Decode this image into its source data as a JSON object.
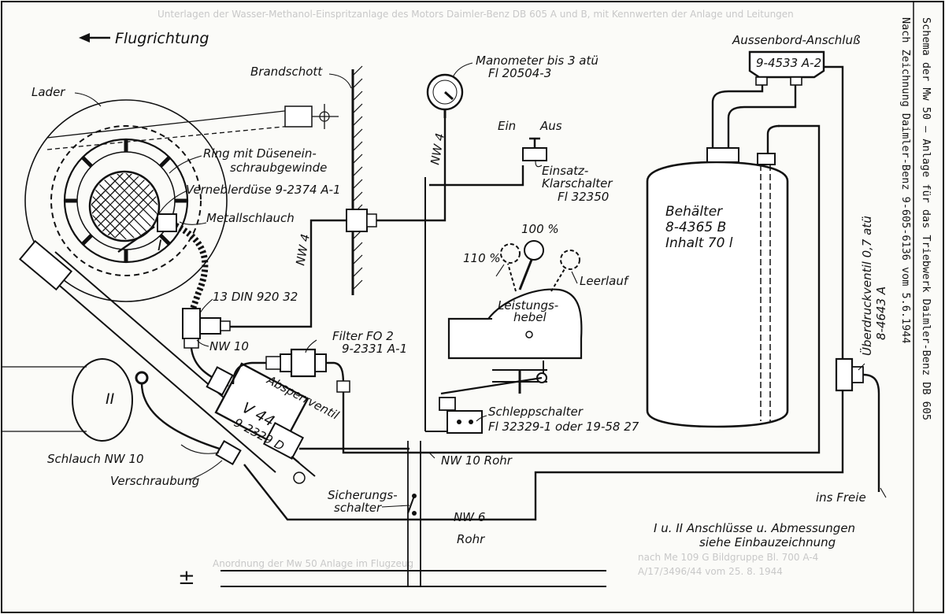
{
  "header": {
    "ghost_heading": "Unterlagen der Wasser-Methanol-Einspritzanlage des Motors Daimler-Benz DB 605 A und B, mit Kennwerten der Anlage und Leitungen",
    "direction_label": "Flugrichtung"
  },
  "side_notes": {
    "line1": "Schema der Mw 50 – Anlage für das Triebwerk Daimler-Benz DB 605",
    "line2": "Nach Zeichnung Daimler-Benz 9-605-6136 vom 5.6.1944"
  },
  "labels": {
    "lader": "Lader",
    "brandschott": "Brandschott",
    "manometer": "Manometer bis 3 atü",
    "manometer_part": "Fl 20504-3",
    "ein": "Ein",
    "aus": "Aus",
    "einsatz1": "Einsatz-",
    "einsatz2": "Klarschalter",
    "einsatz_part": "Fl 32350",
    "aussenbord": "Aussenbord-Anschluß",
    "aussenbord_part": "9-4533 A-2",
    "ring1": "Ring mit Düsenein-",
    "ring2": "schraubgewinde",
    "duese": "Verneblerdüse 9-2374 A-1",
    "metallschlauch": "Metallschlauch",
    "nw4_upper": "NW 4",
    "nw4_lower": "NW 4",
    "din": "13 DIN 920 32",
    "nw10": "NW 10",
    "filter1": "Filter FO 2",
    "filter2": "9-2331 A-1",
    "absperrventil": "Absperrventil",
    "v44": "V 44",
    "v44_part": "9-2329 D",
    "conn_i": "I",
    "conn_ii": "II",
    "schlauch": "Schlauch NW 10",
    "verschraubung": "Verschraubung",
    "pct110": "110 %",
    "pct100": "100 %",
    "leerlauf": "Leerlauf",
    "leistungs1": "Leistungs-",
    "leistungs2": "hebel",
    "schlepp1": "Schleppschalter",
    "schlepp2": "Fl 32329-1 oder 19-58 27",
    "nw10rohr": "NW 10 Rohr",
    "sicherung1": "Sicherungs-",
    "sicherung2": "schalter",
    "nw6": "NW 6",
    "rohr": "Rohr",
    "behaelter1": "Behälter",
    "behaelter2": "8-4365 B",
    "behaelter3": "Inhalt 70 l",
    "ueberdruck1": "Überdruckventil 0,7 atü",
    "ueberdruck2": "8-4643 A",
    "ins_freie": "ins Freie",
    "footnote1": "I u. II   Anschlüsse u. Abmessungen",
    "footnote2": "siehe Einbauzeichnung",
    "plus_minus": "±"
  },
  "ghost_footer": {
    "left": "Anordnung der Mw 50 Anlage im Flugzeug",
    "right1": "nach Me 109 G Bildgruppe Bl. 700 A-4",
    "right2": "A/17/3496/44 vom 25. 8. 1944"
  }
}
